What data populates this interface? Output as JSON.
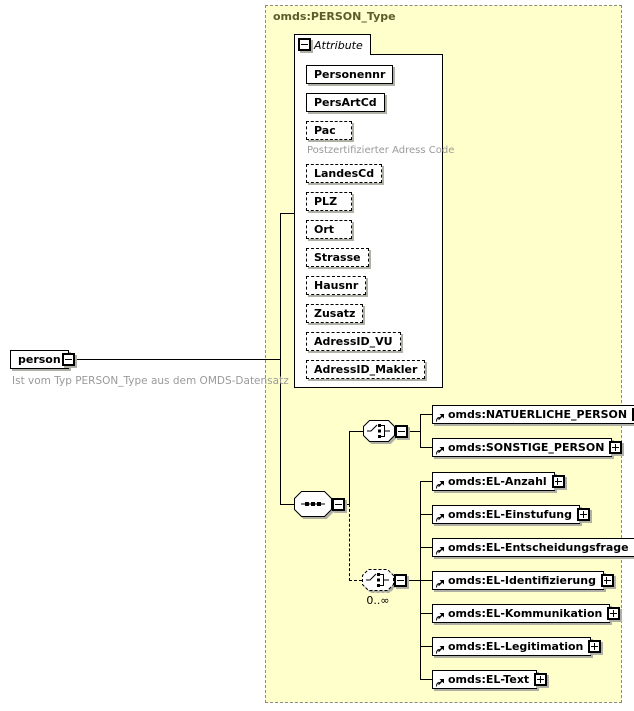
{
  "type_panel": {
    "title": "omds:PERSON_Type"
  },
  "root_element": {
    "label": "person",
    "caption": "Ist vom Typ PERSON_Type aus dem OMDS-Datensatz"
  },
  "attributes": {
    "title": "Attribute",
    "items": [
      {
        "label": "Personennr",
        "required": true
      },
      {
        "label": "PersArtCd",
        "required": true
      },
      {
        "label": "Pac",
        "required": false,
        "caption": "Postzertifizierter Adress Code"
      },
      {
        "label": "LandesCd",
        "required": false
      },
      {
        "label": "PLZ",
        "required": false
      },
      {
        "label": "Ort",
        "required": false
      },
      {
        "label": "Strasse",
        "required": false
      },
      {
        "label": "Hausnr",
        "required": false
      },
      {
        "label": "Zusatz",
        "required": false
      },
      {
        "label": "AdressID_VU",
        "required": false
      },
      {
        "label": "AdressID_Makler",
        "required": false
      }
    ]
  },
  "person_choice": {
    "kind": "choice",
    "items": [
      {
        "label": "omds:NATUERLICHE_PERSON"
      },
      {
        "label": "omds:SONSTIGE_PERSON"
      }
    ]
  },
  "el_choice": {
    "kind": "choice",
    "occurrence": "0..∞",
    "items": [
      {
        "label": "omds:EL-Anzahl"
      },
      {
        "label": "omds:EL-Einstufung"
      },
      {
        "label": "omds:EL-Entscheidungsfrage"
      },
      {
        "label": "omds:EL-Identifizierung"
      },
      {
        "label": "omds:EL-Kommunikation"
      },
      {
        "label": "omds:EL-Legitimation"
      },
      {
        "label": "omds:EL-Text"
      }
    ]
  },
  "icons": {
    "collapse": "minus-box",
    "expand": "plus-box",
    "reference": "northeast-arrow",
    "sequence": "dotted-line-octagon",
    "choice": "switch-octagon"
  },
  "colors": {
    "panel_background": "#ffffcc",
    "panel_border": "#8a8a8a",
    "panel_title": "#5b5b2b",
    "caption_text": "#9a9a9a",
    "box_border": "#000000",
    "shadow": "#b0b0a6"
  }
}
